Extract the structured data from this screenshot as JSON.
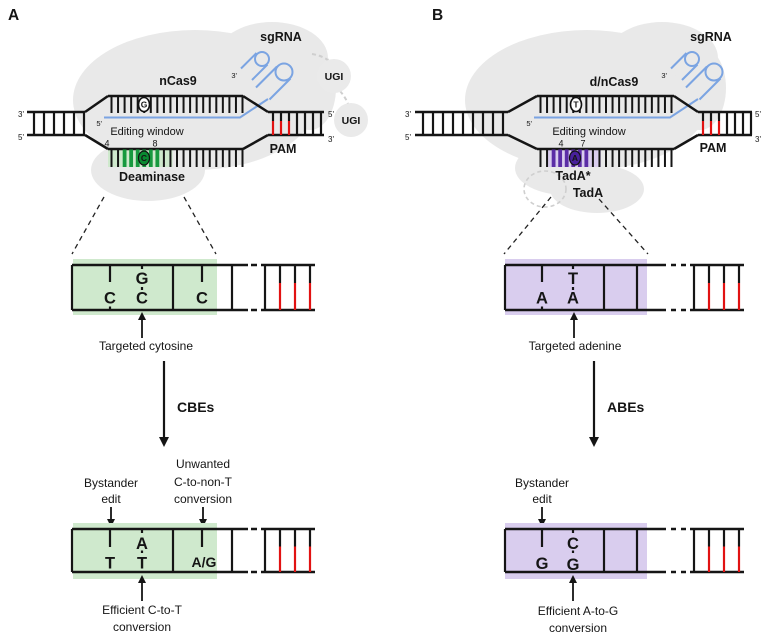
{
  "colors": {
    "protein_gray": "#e9e9e9",
    "ugi_gray": "#eaeaea",
    "connector_gray": "#cfcfcf",
    "green_light": "#cfe9cd",
    "green_dark": "#17993f",
    "green_circle": "#0a8a31",
    "green_letter": "#12a041",
    "green_text": "#2ba24c",
    "purple_light": "#d9cdee",
    "purple_dark": "#5b2da6",
    "purple_circle": "#48209b",
    "purple_letter": "#5b2aa6",
    "purple_text": "#6b40c4",
    "blue_sgrna": "#7ba4e2",
    "blue_letter": "#2b7ade",
    "yellow_letter": "#efc11d",
    "red_pam": "#e11212",
    "ink": "#151515"
  },
  "a": {
    "panel": "A",
    "protein": "nCas9",
    "sgrna": "sgRNA",
    "sgrna_3prime": "3'",
    "guide_5prime": "5'",
    "ugi1": "UGI",
    "ugi2": "UGI",
    "left_top": "3'",
    "left_bottom": "5'",
    "right_top": "5'",
    "right_bottom": "3'",
    "editing_window": "Editing window",
    "window_start": "4",
    "window_end": "8",
    "enzyme": "Deaminase",
    "pam": "PAM",
    "circled_top": "G",
    "circled_bottom": "C",
    "zoom": {
      "left": "C",
      "pair_top": "G",
      "pair_bottom": "C",
      "right": "C",
      "caption": "Targeted cytosine"
    },
    "editor": "CBEs",
    "bystander_1": "Bystander",
    "bystander_2": "edit",
    "unwanted_1": "Unwanted",
    "unwanted_2": "C-to-non-T",
    "unwanted_3": "conversion",
    "result": {
      "bystander": "T",
      "pair_top": "A",
      "pair_bottom": "T",
      "unwanted": "A/G"
    },
    "efficient_1": "Efficient C-to-T",
    "efficient_2": "conversion"
  },
  "b": {
    "panel": "B",
    "protein": "d/nCas9",
    "sgrna": "sgRNA",
    "sgrna_3prime": "3'",
    "guide_5prime": "5'",
    "left_top": "3'",
    "left_bottom": "5'",
    "right_top": "5'",
    "right_bottom": "3'",
    "editing_window": "Editing window",
    "window_start": "4",
    "window_end": "7",
    "enzyme1": "TadA*",
    "enzyme2": "TadA",
    "pam": "PAM",
    "circled_top": "T",
    "circled_bottom": "A",
    "zoom": {
      "left": "A",
      "pair_top": "T",
      "pair_bottom": "A",
      "caption": "Targeted adenine"
    },
    "editor": "ABEs",
    "bystander_1": "Bystander",
    "bystander_2": "edit",
    "result": {
      "bystander": "G",
      "pair_top": "C",
      "pair_bottom": "G"
    },
    "efficient_1": "Efficient A-to-G",
    "efficient_2": "conversion"
  }
}
